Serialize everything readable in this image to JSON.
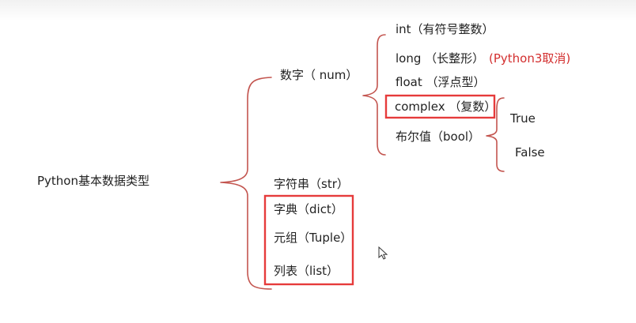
{
  "diagram": {
    "root": "Python基本数据类型",
    "number_group": {
      "label": "数字（ num）",
      "items": [
        {
          "label": "int（有符号整数）"
        },
        {
          "label": "long （长整形）",
          "note": "(Python3取消)"
        },
        {
          "label": "float （浮点型）"
        },
        {
          "label": "complex （复数）"
        },
        {
          "label": "布尔值（bool）"
        }
      ],
      "bool_values": [
        "True",
        "False"
      ]
    },
    "other_types": [
      {
        "label": "字符串（str）"
      },
      {
        "label": "字典（dict）"
      },
      {
        "label": "元组（Tuple）"
      },
      {
        "label": "列表（list）"
      }
    ]
  },
  "colors": {
    "bracket": "#c3554f",
    "highlight_box": "#e63b3b",
    "note_text": "#d32f2f"
  }
}
